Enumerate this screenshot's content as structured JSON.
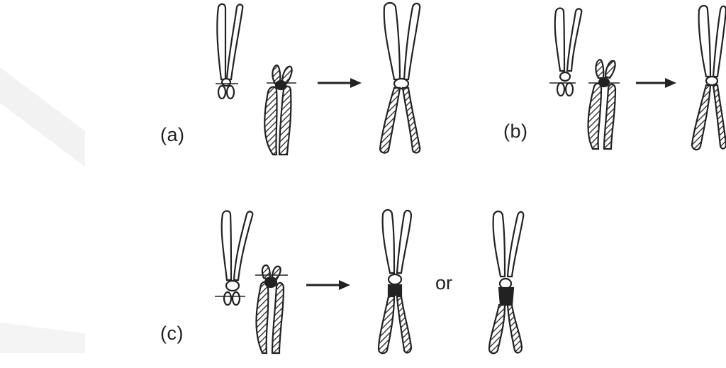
{
  "panels": [
    {
      "id": "a",
      "label": "(a)"
    },
    {
      "id": "b",
      "label": "(b)"
    },
    {
      "id": "c",
      "label": "(c)"
    }
  ],
  "or_text": "or",
  "colors": {
    "ink": "#222222",
    "watermark": "#f1f1f1",
    "paper": "#ffffff"
  }
}
